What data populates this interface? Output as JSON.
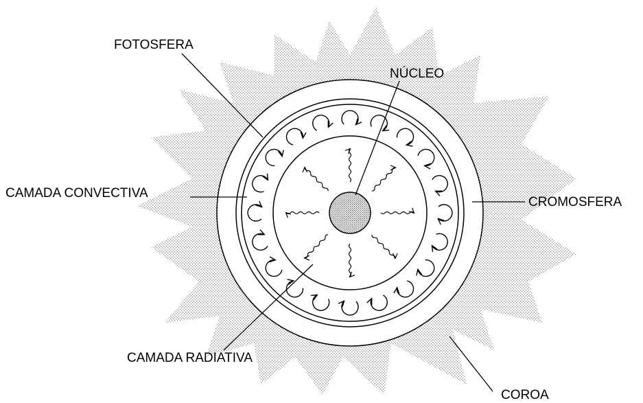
{
  "labels": {
    "fotosfera": "FOTOSFERA",
    "nucleo": "NÚCLEO",
    "camada_convectiva": "CAMADA CONVECTIVA",
    "cromosfera": "CROMOSFERA",
    "camada_radiativa": "CAMADA RADIATIVA",
    "coroa": "COROA"
  },
  "colors": {
    "ink": "#000000",
    "stipple": "#999999",
    "background": "#ffffff"
  }
}
